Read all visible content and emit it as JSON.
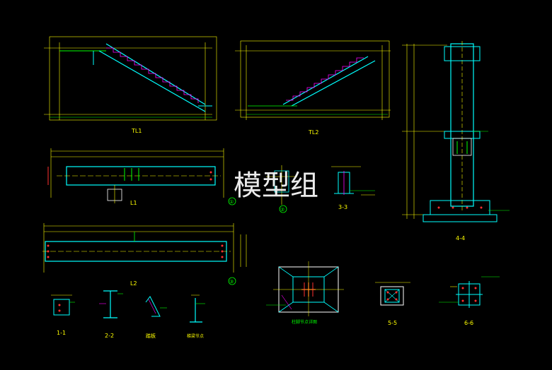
{
  "watermark": "模型组",
  "labels": {
    "tl1": "TL1",
    "tl2": "TL2",
    "l1": "L1",
    "l2": "L2",
    "sec33": "3-3",
    "sec44": "4-4",
    "sec11": "1-1",
    "sec22": "2-2",
    "sec55": "5-5",
    "sec66": "6-6",
    "tabu": "踏板",
    "stairbeam": "梯梁节点",
    "basedetail": "柱脚节点详图",
    "circle1": "①",
    "circle2": "②",
    "circle3": "③"
  },
  "colors": {
    "background": "#000000",
    "dimension": "#ffff00",
    "member": "#00ffff",
    "text": "#00ff00",
    "hatch": "#ff00ff",
    "rebar": "#ff3030",
    "outline": "#ffffff"
  }
}
